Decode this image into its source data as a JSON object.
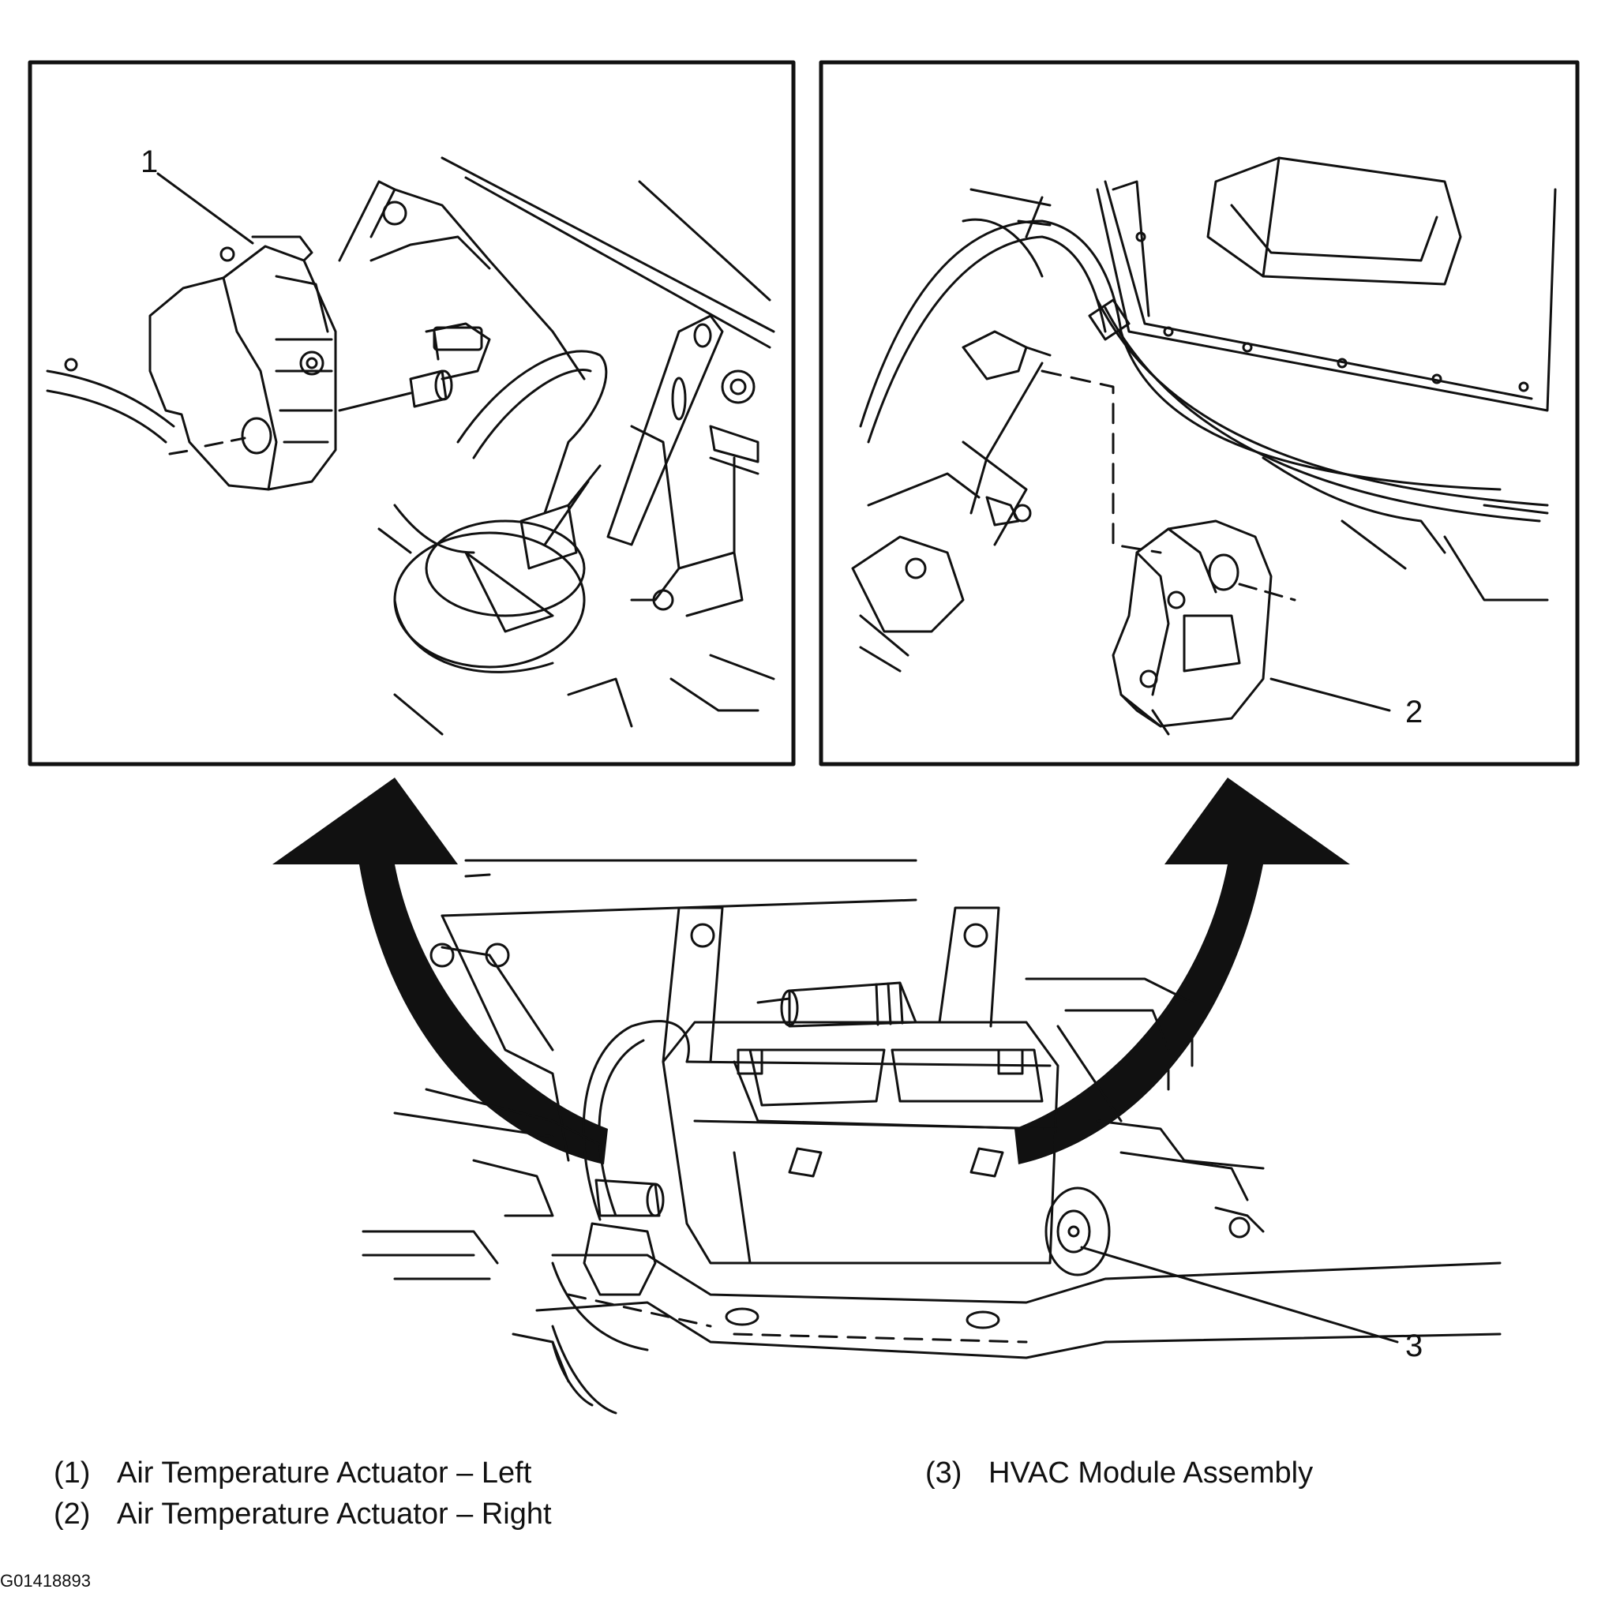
{
  "callouts": {
    "c1": "1",
    "c2": "2",
    "c3": "3"
  },
  "legend": [
    {
      "number": "(1)",
      "label": "Air Temperature Actuator – Left"
    },
    {
      "number": "(2)",
      "label": "Air Temperature Actuator – Right"
    },
    {
      "number": "(3)",
      "label": "HVAC Module Assembly"
    }
  ],
  "figure_id": "G01418893",
  "colors": {
    "ink": "#111111",
    "paper": "#ffffff"
  }
}
